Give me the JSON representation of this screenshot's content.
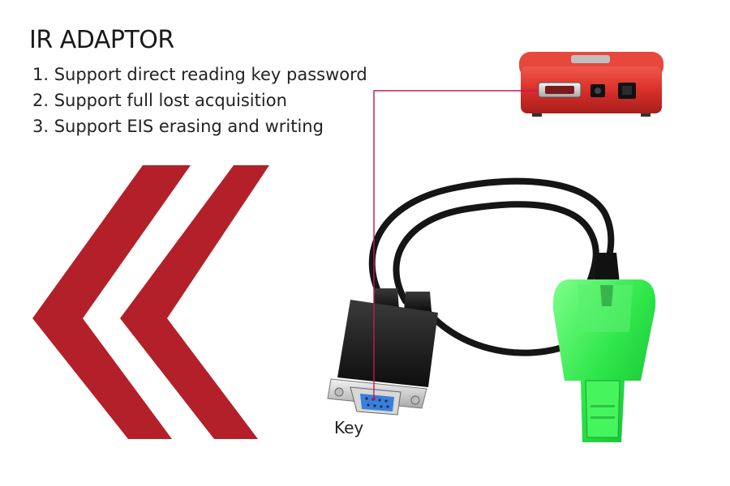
{
  "heading": "IR ADAPTOR",
  "features": [
    "1. Support direct reading key password",
    "2. Support full lost acquisition",
    "3. Support EIS erasing and writing"
  ],
  "key_label": "Key",
  "colors": {
    "chevron": "#b3202a",
    "device_body": "#d9302a",
    "pointer_line": "#c2185b",
    "cable": "#151515",
    "adapter_green": "#2ee64a",
    "connector_blue": "#3b7fd9"
  },
  "icons": [
    "chevron-left-double-icon",
    "ir-device-image",
    "db15-cable-image",
    "green-key-adapter-image"
  ]
}
